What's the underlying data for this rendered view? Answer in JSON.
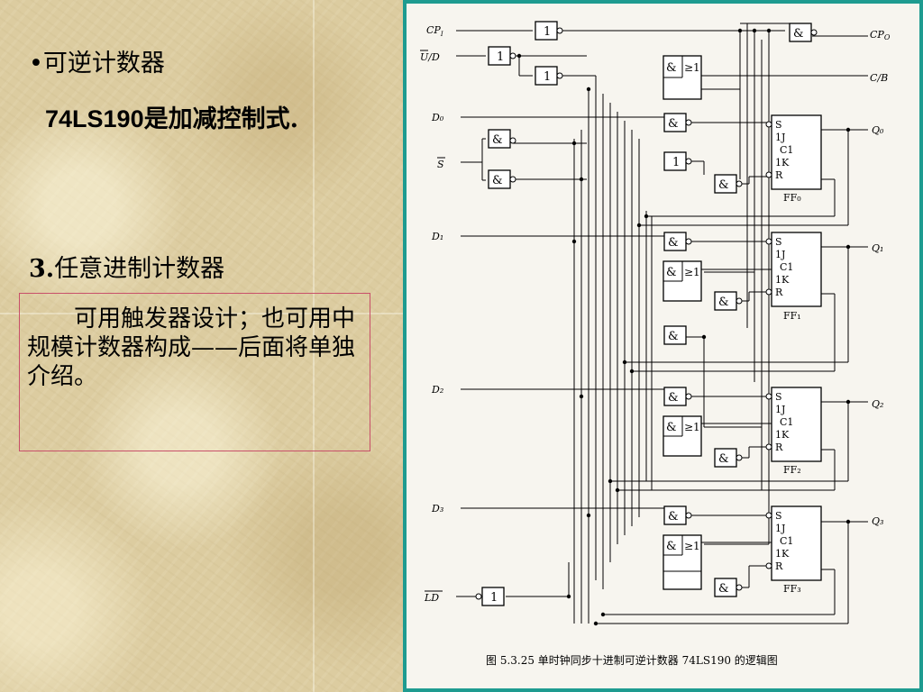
{
  "slide": {
    "bullet_heading": "•可逆计数器",
    "chip_latin": "74LS190",
    "chip_cjk": "是加减控制式.",
    "section_number": "3.",
    "section_title": "任意进制计数器",
    "note": "可用触发器设计；也可用中规模计数器构成——后面将单独介绍。"
  },
  "diagram": {
    "caption": "图 5.3.25   单时钟同步十进制可逆计数器 74LS190 的逻辑图",
    "inputs": {
      "cp": "CP",
      "cp_sub": "I",
      "ud": "U/D",
      "d0": "D₀",
      "s": "S",
      "d1": "D₁",
      "d2": "D₂",
      "d3": "D₃",
      "ld": "LD"
    },
    "outputs": {
      "cpo": "CP",
      "cpo_sub": "O",
      "cb": "C/B",
      "q0": "Q₀",
      "q1": "Q₁",
      "q2": "Q₂",
      "q3": "Q₃"
    },
    "ff_pins": {
      "s": "S",
      "j": "1J",
      "c": "C1",
      "k": "1K",
      "r": "R"
    },
    "ff_labels": [
      "FF₀",
      "FF₁",
      "FF₂",
      "FF₃"
    ],
    "gates": {
      "and": "&",
      "not": "1",
      "or": "≥1"
    }
  }
}
